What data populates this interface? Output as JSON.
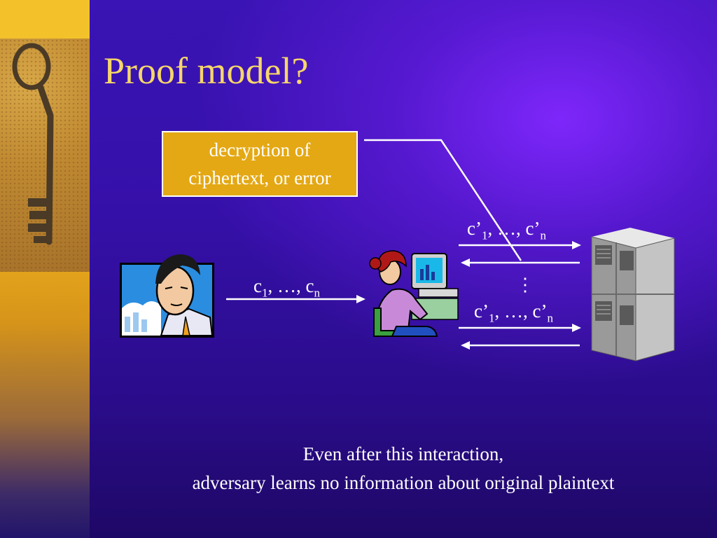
{
  "title": "Proof model?",
  "note_box": {
    "line1": "decryption of",
    "line2": "ciphertext, or error"
  },
  "labels": {
    "adversary_to_oracle": {
      "c": "c",
      "sub1": "1",
      "ellipsis": ", …, c",
      "subn": "n"
    },
    "oracle_query_top": {
      "c": "c’",
      "sub1": "1",
      "ellipsis": ", …, c’",
      "subn": "n"
    },
    "oracle_query_bottom": {
      "c": "c’",
      "sub1": "1",
      "ellipsis": ", …, c’",
      "subn": "n"
    },
    "vertical_dots": "⋮"
  },
  "caption": {
    "line1": "Even after this interaction,",
    "line2": "adversary learns no information about original plaintext"
  },
  "colors": {
    "title": "#f6d66a",
    "note_box_fill": "#e4a814",
    "text": "#ffffff",
    "background": "#3a14b4"
  },
  "icons": {
    "left_image": "skeleton-key-icon",
    "person": "businessman-clipart-icon",
    "adversary": "woman-at-computer-clipart-icon",
    "server": "server-rack-icon"
  }
}
